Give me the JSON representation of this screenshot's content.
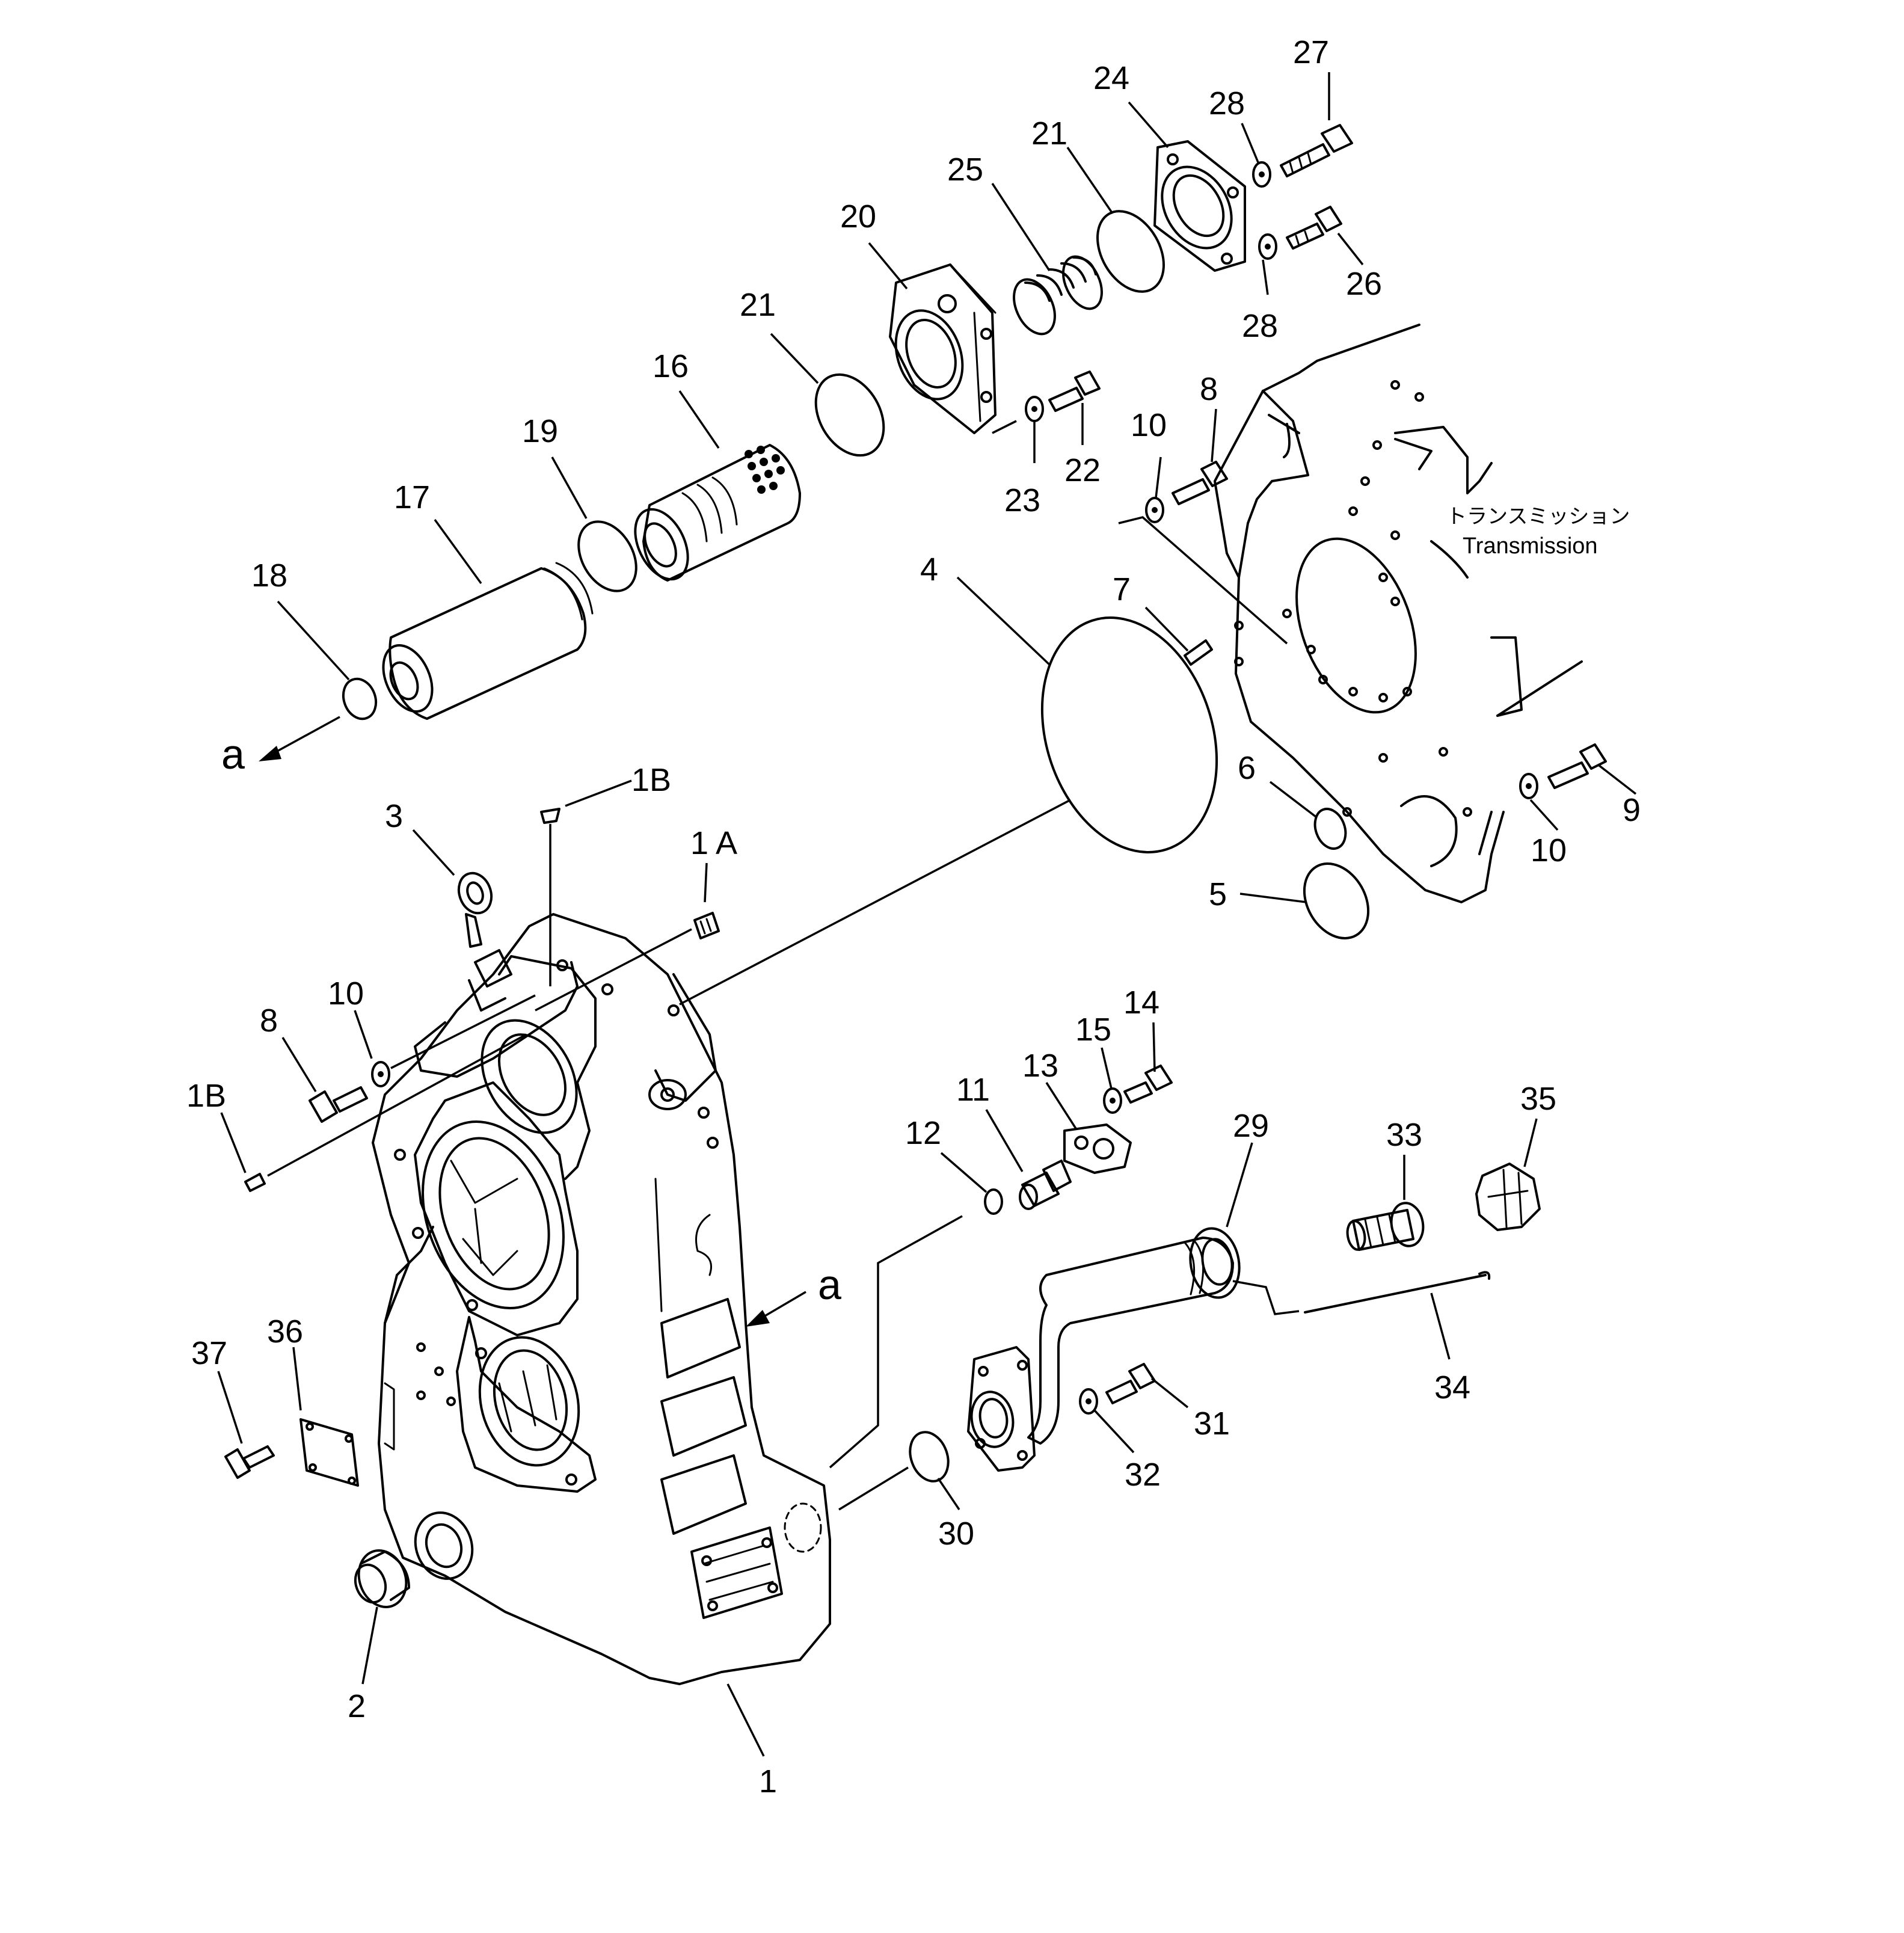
{
  "diagram": {
    "labels": {
      "p1": "1",
      "p1A": "1 A",
      "p1B_top": "1B",
      "p1B_left": "1B",
      "p2": "2",
      "p3": "3",
      "p4": "4",
      "p5": "5",
      "p6": "6",
      "p7": "7",
      "p8_left": "8",
      "p8_right": "8",
      "p9": "9",
      "p10_left": "10",
      "p10_mid": "10",
      "p10_right": "10",
      "p11": "11",
      "p12": "12",
      "p13": "13",
      "p14": "14",
      "p15": "15",
      "p16": "16",
      "p17": "17",
      "p18": "18",
      "p19": "19",
      "p20": "20",
      "p21_mid": "21",
      "p21_top": "21",
      "p22": "22",
      "p23": "23",
      "p24": "24",
      "p25": "25",
      "p26": "26",
      "p27": "27",
      "p28_top": "28",
      "p28_bot": "28",
      "p29": "29",
      "p30": "30",
      "p31": "31",
      "p32": "32",
      "p33": "33",
      "p34": "34",
      "p35": "35",
      "p36": "36",
      "p37": "37",
      "arrow_a_top": "a",
      "arrow_a_mid": "a"
    },
    "transmission_note": {
      "japanese": "トランスミッション",
      "english": "Transmission"
    }
  }
}
